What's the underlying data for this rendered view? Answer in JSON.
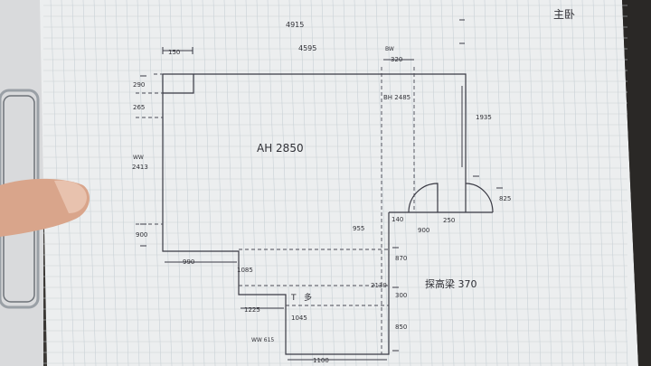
{
  "title_corner": "主卧",
  "overall": {
    "top_total": "4915",
    "top_inner": "4595"
  },
  "top_dims": {
    "left_offset": "150",
    "right_dim_label": "BW",
    "right_dim": "320"
  },
  "left_dims": {
    "d1": "290",
    "d2": "265",
    "ww_label": "WW",
    "d3": "2413",
    "d4": "900"
  },
  "room_label": "AH 2850",
  "dashed_label": "BH 2485",
  "right_dims": {
    "r1": "1935",
    "r2": "825"
  },
  "door_dims": {
    "d_left": "140",
    "d_door": "900",
    "d_right": "250",
    "d_955": "955"
  },
  "bottom_dims": {
    "b1": "990",
    "b2": "1085",
    "b3": "1225",
    "b4": "1045",
    "b5": "1100",
    "b6": "870",
    "b7": "2130",
    "b8": "300",
    "b9": "850",
    "ww615": "WW 615",
    "small_label": "T",
    "small_mark": "多"
  },
  "beam_note": "探高梁 370"
}
